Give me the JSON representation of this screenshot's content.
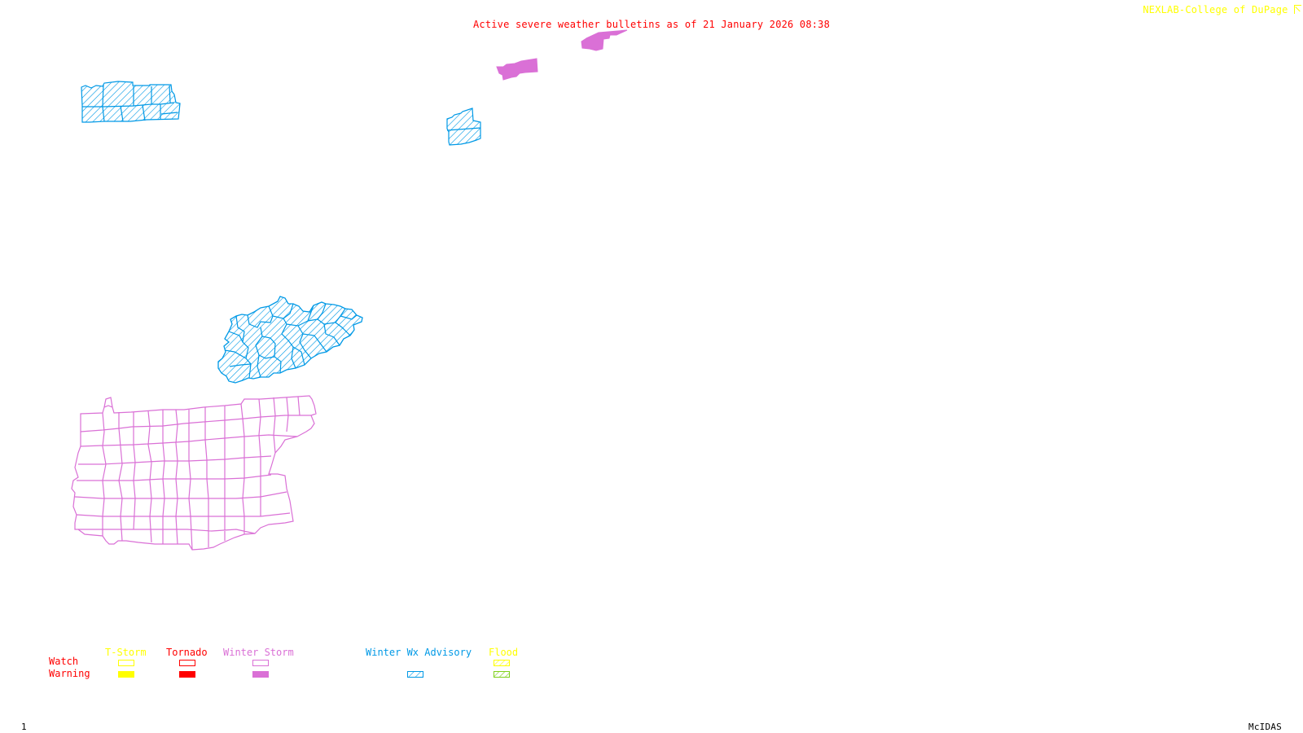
{
  "header": {
    "title": "Active severe weather bulletins as of 21 January 2026 08:38",
    "credit": "NEXLAB-College of DuPage",
    "credit_logo_icon": "nexlab-logo-icon"
  },
  "footer": {
    "frame_number": "1",
    "software": "McIDAS"
  },
  "colors": {
    "title": "#ff0000",
    "credit": "#ffff00",
    "tstorm": "#ffff00",
    "tornado": "#ff0000",
    "winter_storm": "#da70d6",
    "winter_wx_advisory": "#0099e6",
    "flood_watch": "#ffff00",
    "flood_warning": "#7fd11b"
  },
  "map": {
    "active_areas": [
      {
        "id": "northern-plains-advisory",
        "type": "Winter Wx Advisory",
        "region": "northwest block of counties"
      },
      {
        "id": "upper-lakes-warning-a",
        "type": "Winter Storm Warning",
        "region": "north-central"
      },
      {
        "id": "upper-lakes-warning-b",
        "type": "Winter Storm Warning",
        "region": "north-central"
      },
      {
        "id": "north-central-advisory",
        "type": "Winter Wx Advisory",
        "region": "north-central"
      },
      {
        "id": "ozarks-appalachian-advisory",
        "type": "Winter Wx Advisory",
        "region": "central"
      },
      {
        "id": "southern-winter-storm-watch",
        "type": "Winter Storm Watch",
        "region": "south-central"
      }
    ]
  },
  "legend": {
    "rows": [
      "Watch",
      "Warning"
    ],
    "columns": [
      {
        "label": "T-Storm",
        "watch": "outline",
        "warning": "solid",
        "color_key": "tstorm"
      },
      {
        "label": "Tornado",
        "watch": "outline",
        "warning": "solid",
        "color_key": "tornado"
      },
      {
        "label": "Winter Storm",
        "watch": "outline",
        "warning": "solid",
        "color_key": "winter_storm"
      },
      {
        "label": "Winter Wx Advisory",
        "watch": null,
        "warning": "hatched",
        "color_key": "winter_wx_advisory"
      },
      {
        "label": "Flood",
        "watch": "hatched",
        "warning": "hatched",
        "color_key": "flood_watch"
      }
    ]
  }
}
